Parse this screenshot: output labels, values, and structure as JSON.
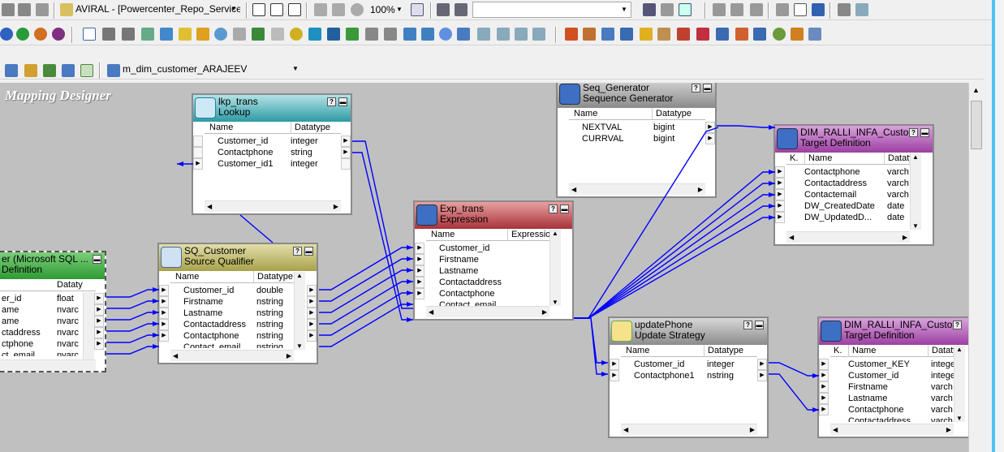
{
  "toolbar1": {
    "repo_combo": "AVIRAL - [Powercenter_Repo_Service]",
    "zoom": "100%",
    "blank_combo": ""
  },
  "toolbar3": {
    "mapping_combo": "m_dim_customer_ARAJEEV"
  },
  "canvas": {
    "label": "Mapping Designer"
  },
  "colors": {
    "lookup": "#3aa0a8",
    "sq": "#b7b14f",
    "expression": "#a8323a",
    "seqgen": "#8b8b8b",
    "target": "#9c3fa2",
    "source": "#37a43a",
    "update": "#8b8b8b",
    "link": "#0000ff"
  },
  "source": {
    "title1": "er (Microsoft SQL ...",
    "title2": "Definition",
    "col_dt": "Dataty",
    "rows": [
      {
        "name": "er_id",
        "dt": "float"
      },
      {
        "name": "ame",
        "dt": "nvarc"
      },
      {
        "name": "ame",
        "dt": "nvarc"
      },
      {
        "name": "ctaddress",
        "dt": "nvarc"
      },
      {
        "name": "ctphone",
        "dt": "nvarc"
      },
      {
        "name": "ct_email",
        "dt": "nvarc"
      }
    ]
  },
  "lookup": {
    "title1": "lkp_trans",
    "title2": "Lookup",
    "col_name": "Name",
    "col_dt": "Datatype",
    "rows": [
      {
        "name": "Customer_id",
        "dt": "integer"
      },
      {
        "name": "Contactphone",
        "dt": "string"
      },
      {
        "name": "Customer_id1",
        "dt": "integer"
      }
    ]
  },
  "sq": {
    "title1": "SQ_Customer",
    "title2": "Source Qualifier",
    "col_name": "Name",
    "col_dt": "Datatype",
    "rows": [
      {
        "name": "Customer_id",
        "dt": "double"
      },
      {
        "name": "Firstname",
        "dt": "nstring"
      },
      {
        "name": "Lastname",
        "dt": "nstring"
      },
      {
        "name": "Contactaddress",
        "dt": "nstring"
      },
      {
        "name": "Contactphone",
        "dt": "nstring"
      },
      {
        "name": "Contact_email",
        "dt": "nstring"
      }
    ]
  },
  "exp": {
    "title1": "Exp_trans",
    "title2": "Expression",
    "col_name": "Name",
    "col_dt": "Expressio",
    "rows": [
      {
        "name": "Customer_id"
      },
      {
        "name": "Firstname"
      },
      {
        "name": "Lastname"
      },
      {
        "name": "Contactaddress"
      },
      {
        "name": "Contactphone"
      },
      {
        "name": "Contact_email"
      }
    ]
  },
  "seq": {
    "title1": "Seq_Generator",
    "title2": "Sequence Generator",
    "col_name": "Name",
    "col_dt": "Datatype",
    "rows": [
      {
        "name": "NEXTVAL",
        "dt": "bigint"
      },
      {
        "name": "CURRVAL",
        "dt": "bigint"
      }
    ]
  },
  "target1": {
    "title1": "DIM_RALLI_INFA_Custo...",
    "title2": "Target Definition",
    "col_k": "K.",
    "col_name": "Name",
    "col_dt": "Dataty",
    "rows": [
      {
        "name": "Contactphone",
        "dt": "varch"
      },
      {
        "name": "Contactaddress",
        "dt": "varch"
      },
      {
        "name": "Contactemail",
        "dt": "varch"
      },
      {
        "name": "DW_CreatedDate",
        "dt": "date"
      },
      {
        "name": "DW_UpdatedD...",
        "dt": "date"
      }
    ]
  },
  "update": {
    "title1": "updatePhone",
    "title2": "Update Strategy",
    "col_name": "Name",
    "col_dt": "Datatype",
    "rows": [
      {
        "name": "Customer_id",
        "dt": "integer"
      },
      {
        "name": "Contactphone1",
        "dt": "nstring"
      }
    ]
  },
  "target2": {
    "title1": "DIM_RALLI_INFA_Custo...",
    "title2": "Target Definition",
    "col_k": "K.",
    "col_name": "Name",
    "col_dt": "Dataty",
    "rows": [
      {
        "name": "Customer_KEY",
        "dt": "intege"
      },
      {
        "name": "Customer_id",
        "dt": "intege"
      },
      {
        "name": "Firstname",
        "dt": "varch"
      },
      {
        "name": "Lastname",
        "dt": "varch"
      },
      {
        "name": "Contactphone",
        "dt": "varch"
      },
      {
        "name": "Contactaddress",
        "dt": "varch"
      }
    ]
  }
}
